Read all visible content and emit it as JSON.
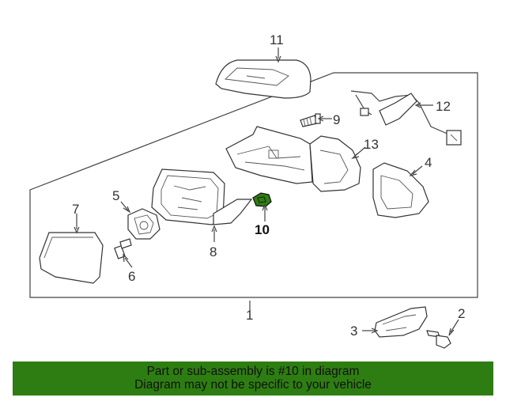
{
  "callouts": [
    {
      "id": "1",
      "text": "1"
    },
    {
      "id": "2",
      "text": "2"
    },
    {
      "id": "3",
      "text": "3"
    },
    {
      "id": "4",
      "text": "4"
    },
    {
      "id": "5",
      "text": "5"
    },
    {
      "id": "6",
      "text": "6"
    },
    {
      "id": "7",
      "text": "7"
    },
    {
      "id": "8",
      "text": "8"
    },
    {
      "id": "9",
      "text": "9"
    },
    {
      "id": "10",
      "text": "10"
    },
    {
      "id": "11",
      "text": "11"
    },
    {
      "id": "12",
      "text": "12"
    },
    {
      "id": "13",
      "text": "13"
    }
  ],
  "highlight": {
    "callout": "10",
    "color": "#2e7d12"
  },
  "banner": {
    "line1": "Part or sub-assembly is #10 in diagram",
    "line2": "Diagram may not be specific to your vehicle",
    "background": "#2e7d12"
  }
}
